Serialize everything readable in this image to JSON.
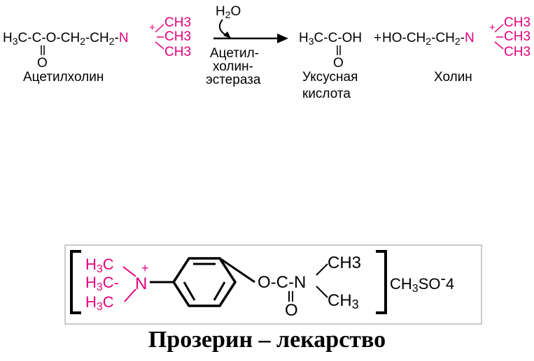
{
  "reaction": {
    "reactant": {
      "formula_left": "H3C-C-O-CH2-CH2-N",
      "plus": "+",
      "methyl": "CH3",
      "carbonyl_o": "O",
      "name": "Ацетилхолин"
    },
    "water": "H2O",
    "enzyme": [
      "Ацетил-",
      "холин-",
      "эстераза"
    ],
    "product1": {
      "formula": "H3C-C-OH",
      "carbonyl_o": "O",
      "name": [
        "Уксусная",
        "кислота"
      ]
    },
    "plus_sign": "+",
    "product2": {
      "formula": "HO-CH2-CH2-N",
      "plus": "+",
      "methyl": "CH3",
      "name": "Холин"
    }
  },
  "drug": {
    "methyl_left": "H3C",
    "n_label": "N",
    "plus": "+",
    "ester": "O-C-N",
    "carbonyl_o": "O",
    "methyl_right": "CH3",
    "counter_ion": "CH3SO",
    "counter_charge": "-",
    "counter_sub": "4",
    "caption": "Прозерин – лекарство"
  },
  "colors": {
    "accent": "#e5007d",
    "text": "#000000"
  }
}
